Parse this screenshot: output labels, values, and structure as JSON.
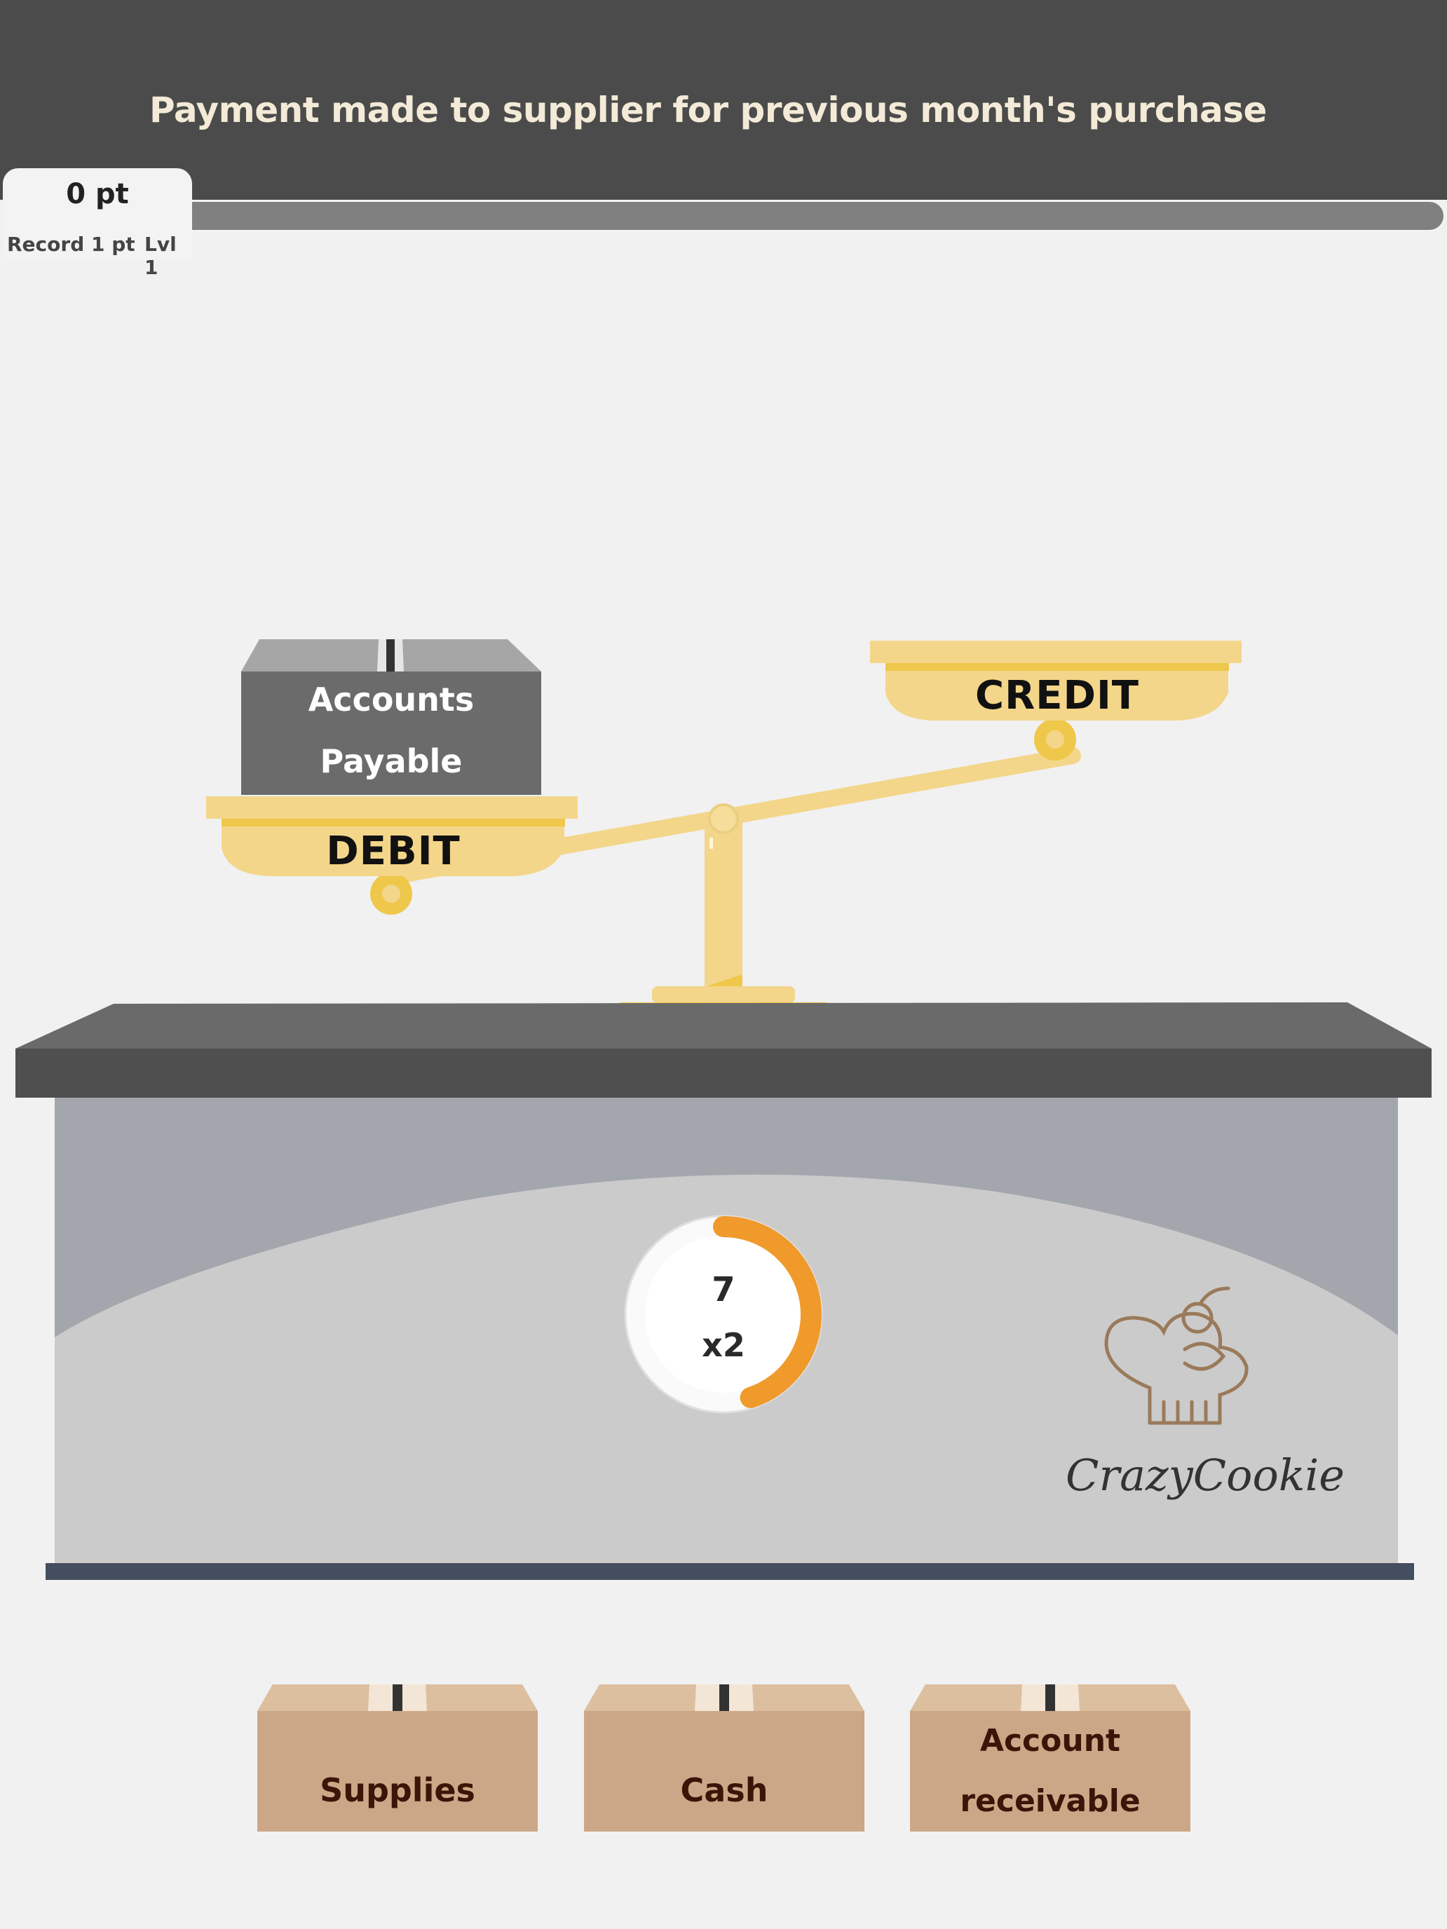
{
  "header": {
    "title": "Payment made to supplier for previous month's purchase"
  },
  "score": {
    "points": "0 pt",
    "record": "Record 1 pt",
    "level": "Lvl 1",
    "progress_fraction": 0
  },
  "scale": {
    "debit_label": "DEBIT",
    "credit_label": "CREDIT",
    "debit_box": {
      "line1": "Accounts",
      "line2": "Payable"
    }
  },
  "timer": {
    "seconds": "7",
    "multiplier": "x2",
    "remaining_fraction": 0.45
  },
  "choices": [
    {
      "line1": "Supplies",
      "line2": ""
    },
    {
      "line1": "Cash",
      "line2": ""
    },
    {
      "line1": "Account",
      "line2": "receivable"
    }
  ],
  "brand": {
    "name": "CrazyCookie"
  },
  "colors": {
    "topbar": "#4b4b4b",
    "scale_gold": "#f3d68a",
    "scale_gold_dark": "#efc74a",
    "counter_top": "#4f4f4f",
    "counter_body": "#a3a6ad",
    "timer_arc": "#f09a2c",
    "box_brown": "#cca787",
    "box_text": "#3a1508"
  }
}
